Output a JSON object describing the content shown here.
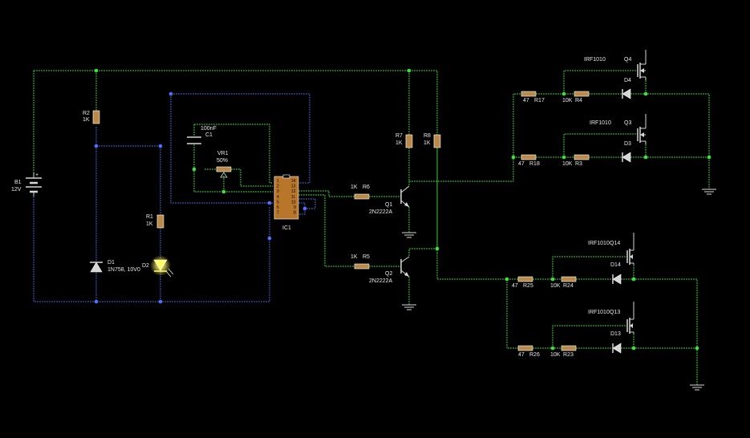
{
  "schematic": {
    "b1": {
      "ref": "B1",
      "value": "12V"
    },
    "r1": {
      "ref": "R1",
      "value": "1K"
    },
    "r2": {
      "ref": "R2",
      "value": "1K"
    },
    "r7": {
      "ref": "R7",
      "value": "1K"
    },
    "r8": {
      "ref": "R8",
      "value": "1K"
    },
    "d1": {
      "ref": "D1",
      "value": "1N758, 10V0"
    },
    "d2": {
      "ref": "D2"
    },
    "c1": {
      "ref": "C1",
      "value": "100nF"
    },
    "vr1": {
      "ref": "VR1",
      "value": "50%"
    },
    "ic1": {
      "ref": "IC1",
      "pins_left": [
        "1",
        "2",
        "3",
        "4",
        "5",
        "6",
        "7"
      ],
      "pins_right": [
        "14",
        "13",
        "12",
        "11",
        "10",
        "9",
        "8"
      ]
    },
    "r6": {
      "ref": "R6",
      "value": "1K"
    },
    "r5": {
      "ref": "R5",
      "value": "1K"
    },
    "q1": {
      "ref": "Q1",
      "value": "2N2222A"
    },
    "q2": {
      "ref": "Q2",
      "value": "2N2222A"
    },
    "top_bank": {
      "q4": {
        "ref": "Q4",
        "value": "IRF1010"
      },
      "q3": {
        "ref": "Q3",
        "value": "IRF1010"
      },
      "d4": "D4",
      "d3": "D3",
      "r17": {
        "ref": "R17",
        "value": "47"
      },
      "r4": {
        "ref": "R4",
        "value": "10K"
      },
      "r18": {
        "ref": "R18",
        "value": "47"
      },
      "r3": {
        "ref": "R3",
        "value": "10K"
      }
    },
    "bottom_bank": {
      "q14": {
        "ref": "Q14",
        "value": "IRF1010"
      },
      "q13": {
        "ref": "Q13",
        "value": "IRF1010"
      },
      "d14": "D14",
      "d13": "D13",
      "r25": {
        "ref": "R25",
        "value": "47"
      },
      "r24": {
        "ref": "R24",
        "value": "10K"
      },
      "r26": {
        "ref": "R26",
        "value": "47"
      },
      "r23": {
        "ref": "R23",
        "value": "10K"
      }
    },
    "colors": {
      "background": "#000000",
      "wire_green": "#2fd22f",
      "wire_blue": "#3b63d6",
      "led_glow": "#ffff66"
    }
  }
}
